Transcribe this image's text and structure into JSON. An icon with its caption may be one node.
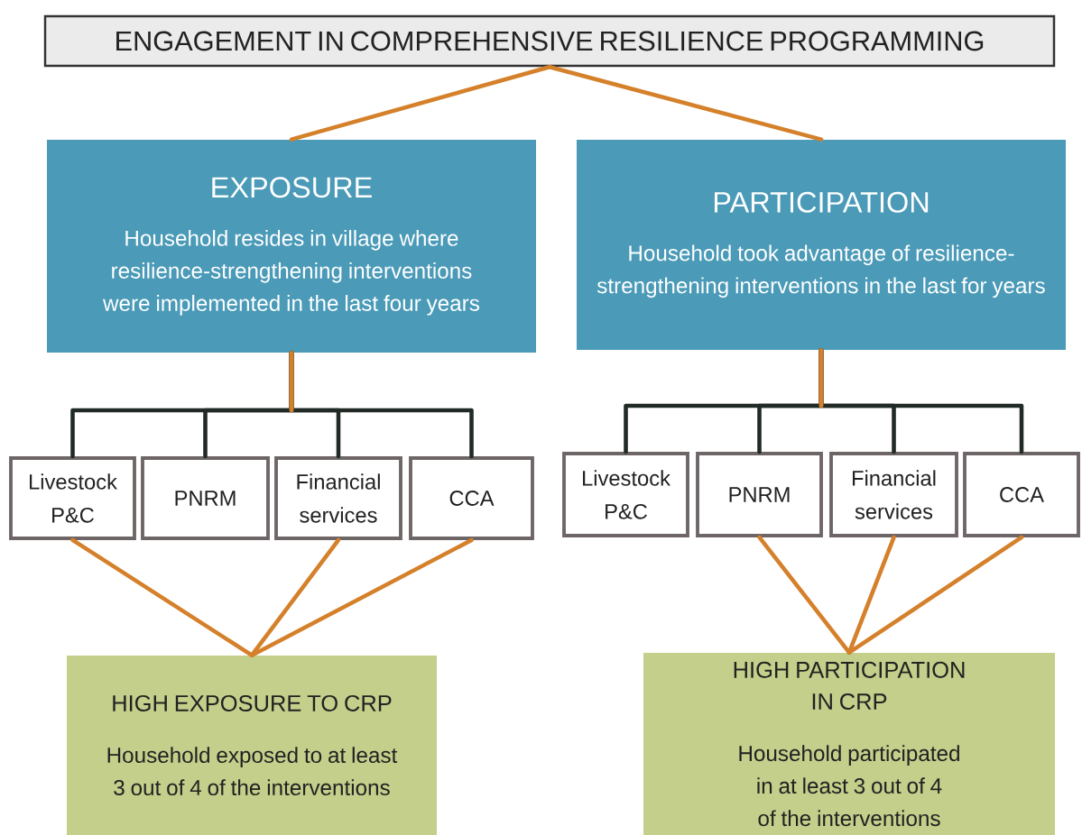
{
  "diagram": {
    "nodes": [
      {
        "text": [
          "ENGAGEMENT IN COMPREHENSIVE RESILIENCE PROGRAMMING"
        ]
      },
      {
        "text": [
          "EXPOSURE",
          "Household resides in village where resilience-strengthening interventions were implemented in the last four years"
        ]
      },
      {
        "text": [
          "PARTICIPATION",
          "Household took advantage of resilience-strengthening interventions in the last for years"
        ]
      },
      {
        "text": [
          "Livestock P&C"
        ]
      },
      {
        "text": [
          "PNRM"
        ]
      },
      {
        "text": [
          "Financial services"
        ]
      },
      {
        "text": [
          "CCA"
        ]
      },
      {
        "text": [
          "Livestock P&C"
        ]
      },
      {
        "text": [
          "PNRM"
        ]
      },
      {
        "text": [
          "Financial services"
        ]
      },
      {
        "text": [
          "CCA"
        ]
      },
      {
        "text": [
          "HIGH EXPOSURE TO CRP",
          "Household exposed to at least 3 out of 4 of the interventions"
        ]
      },
      {
        "text": [
          "HIGH PARTICIPATION IN CRP",
          "Household participated in at least 3 out of 4 of the interventions"
        ]
      }
    ],
    "edges": [
      {
        "from": 0,
        "to": 1,
        "arrow": "none"
      },
      {
        "from": 0,
        "to": 2,
        "arrow": "none"
      },
      {
        "from": 1,
        "to": 3,
        "arrow": "none",
        "color": "#212a25"
      },
      {
        "from": 1,
        "to": 4,
        "arrow": "none",
        "color": "#212a25"
      },
      {
        "from": 1,
        "to": 5,
        "arrow": "none",
        "color": "#212a25"
      },
      {
        "from": 1,
        "to": 6,
        "arrow": "none",
        "color": "#212a25"
      },
      {
        "from": 2,
        "to": 7,
        "arrow": "none",
        "color": "#212a25"
      },
      {
        "from": 2,
        "to": 8,
        "arrow": "none",
        "color": "#212a25"
      },
      {
        "from": 2,
        "to": 9,
        "arrow": "none",
        "color": "#212a25"
      },
      {
        "from": 2,
        "to": 10,
        "arrow": "none",
        "color": "#212a25"
      },
      {
        "from": 3,
        "to": 11,
        "arrow": "none"
      },
      {
        "from": 5,
        "to": 11,
        "arrow": "none"
      },
      {
        "from": 6,
        "to": 11,
        "arrow": "none"
      },
      {
        "from": 8,
        "to": 12,
        "arrow": "none"
      },
      {
        "from": 9,
        "to": 12,
        "arrow": "none"
      },
      {
        "from": 10,
        "to": 12,
        "arrow": "none"
      }
    ]
  }
}
